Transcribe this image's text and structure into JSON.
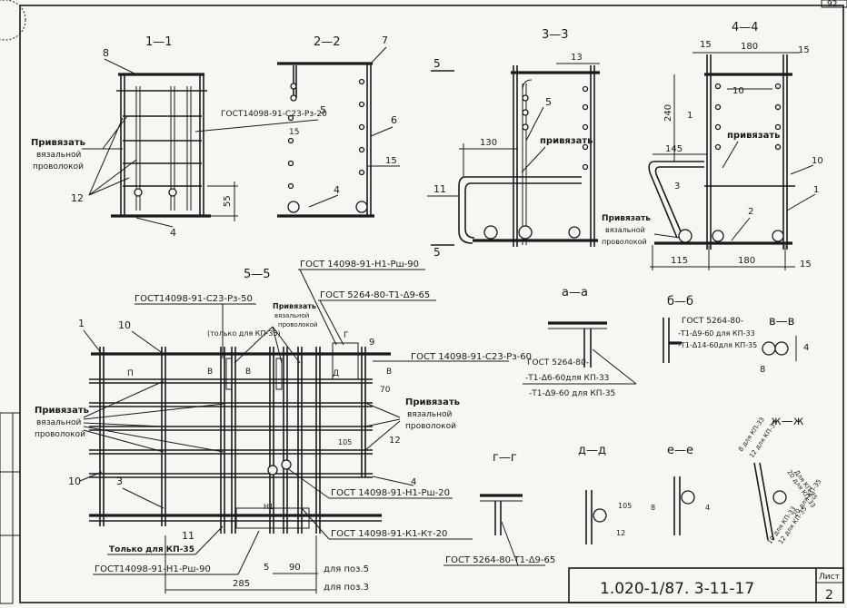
{
  "sheet_number_corner": "92",
  "title_block": {
    "code": "1.020-1/87. 3-11-17",
    "sheet_label": "Лист",
    "sheet_no": "2"
  },
  "sections": {
    "s1_1": "1—1",
    "s2_2": "2—2",
    "s3_3": "3—3",
    "s4_4": "4—4",
    "s5_5": "5—5",
    "aa": "а—а",
    "bb": "б—б",
    "vv": "в—в",
    "gg": "г—г",
    "dd": "д—д",
    "ee": "е—е",
    "zhzh": "ж—ж"
  },
  "notes": {
    "tie_wire_1": "Привязать",
    "tie_wire_2": "вязальной",
    "tie_wire_3": "проволокой",
    "tie_short": "привязать",
    "only_kp35": "Только для КП-35",
    "only_kp35_b": "(только для КП-35)",
    "for_poz5": "для поз.5",
    "for_poz3": "для поз.3"
  },
  "gost": {
    "g1": "ГОСТ14098-91-С23-Рз-20",
    "g2": "ГОСТ 14098-91-Н1-Рш-90",
    "g3": "ГОСТ 5264-80-Т1-Δ9-65",
    "g4": "ГОСТ14098-91-С23-Рз-50",
    "g5": "ГОСТ 14098-91-С23-Рз-60",
    "g6": "ГОСТ 14098-91-Н1-Рш-20",
    "g7": "ГОСТ 14098-91-К1-Кт-20",
    "g8": "ГОСТ14098-91-Н1-Рш-90",
    "g9": "ГОСТ 5264-80-Т1-Δ9-65",
    "aa_1": "ГОСТ 5264-80-",
    "aa_2": "-Т1-Δ6-60для КП-33",
    "aa_3": "-Т1-Δ9-60 для КП-35",
    "bb_1": "ГОСТ 5264-80-",
    "bb_2": "-Т1-Δ9-60 для КП-33",
    "bb_3": "-Т1-Δ14-60для КП-35"
  },
  "dims": {
    "d15a": "15",
    "d180a": "180",
    "d15b": "15",
    "d240": "240",
    "d145": "145",
    "d130": "130",
    "d55": "55",
    "d15c": "15",
    "d115": "115",
    "d180b": "180",
    "d15d": "15",
    "d285": "285",
    "d90": "90",
    "d5": "5",
    "d105": "105",
    "d70": "70",
    "d4": "4",
    "d8": "8",
    "d12": "12"
  },
  "positions": {
    "p1": "1",
    "p2": "2",
    "p3": "3",
    "p4": "4",
    "p5": "5",
    "p6": "6",
    "p7": "7",
    "p8": "8",
    "p9": "9",
    "p10": "10",
    "p11": "11",
    "p12": "12",
    "p13": "13",
    "p15": "15",
    "cut5": "5",
    "cut_g": "Г",
    "cut_d": "Д",
    "cut_v": "В",
    "cut_p": "П",
    "cut_h": "Н1"
  },
  "zhzh_labels": {
    "a": "8 для КП-33",
    "b": "12 для КП-35",
    "c": "20 для КП-33",
    "d": "Для КП-35",
    "e": "10 для КП-33",
    "f": "12 для КП-35",
    "g": "20 для КП-35"
  }
}
